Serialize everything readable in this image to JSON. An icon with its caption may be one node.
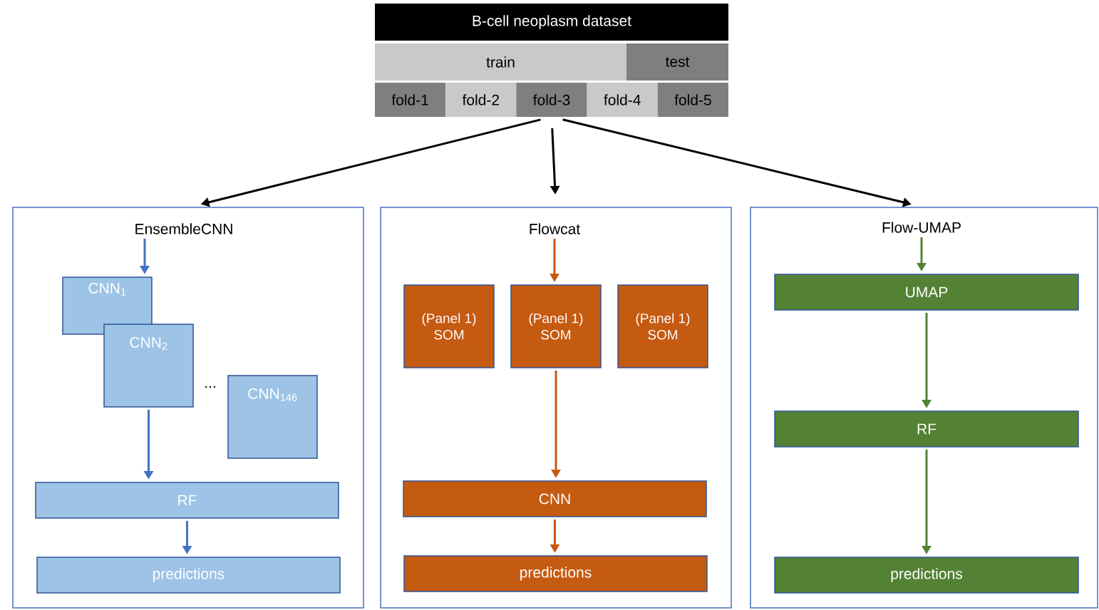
{
  "diagram": {
    "nodes": [
      {
        "text": [
          "B-cell neoplasm dataset"
        ]
      },
      {
        "text": [
          "train"
        ]
      },
      {
        "text": [
          "test"
        ]
      },
      {
        "text": [
          "fold-1"
        ]
      },
      {
        "text": [
          "fold-2"
        ]
      },
      {
        "text": [
          "fold-3"
        ]
      },
      {
        "text": [
          "fold-4"
        ]
      },
      {
        "text": [
          "fold-5"
        ]
      },
      {
        "text": [],
        "shape": "box"
      },
      {
        "text": [
          "EnsembleCNN"
        ],
        "in": 8
      },
      {
        "text": [
          "CNN$_{1}$"
        ],
        "in": 8
      },
      {
        "text": [
          "CNN$_{2}$"
        ],
        "in": 8
      },
      {
        "text": [
          "CNN$_{146}$"
        ],
        "in": 8
      },
      {
        "text": [
          "RF"
        ],
        "in": 8
      },
      {
        "text": [
          "predictions"
        ],
        "in": 8
      },
      {
        "text": [],
        "shape": "box"
      },
      {
        "text": [
          "Flowcat"
        ],
        "in": 15
      },
      {
        "text": [
          "(Panel 1) SOM"
        ],
        "in": 15
      },
      {
        "text": [
          "(Panel 1) SOM"
        ],
        "in": 15
      },
      {
        "text": [
          "(Panel 1) SOM"
        ],
        "in": 15
      },
      {
        "text": [
          "CNN"
        ],
        "in": 15
      },
      {
        "text": [
          "predictions"
        ],
        "in": 15
      },
      {
        "text": [],
        "shape": "box"
      },
      {
        "text": [
          "Flow-UMAP"
        ],
        "in": 22
      },
      {
        "text": [
          "UMAP"
        ],
        "in": 22
      },
      {
        "text": [
          "RF"
        ],
        "in": 22
      },
      {
        "text": [
          "predictions"
        ],
        "in": 22
      }
    ],
    "edges": [
      {
        "from": 5,
        "to": 8,
        "arrow": "to",
        "color": "#000000"
      },
      {
        "from": 5,
        "to": 15,
        "arrow": "to",
        "color": "#000000"
      },
      {
        "from": 5,
        "to": 22,
        "arrow": "to",
        "color": "#000000"
      },
      {
        "from": 9,
        "to": 10,
        "arrow": "to",
        "color": "#4472c4"
      },
      {
        "from": 11,
        "to": 13,
        "arrow": "to",
        "color": "#4472c4"
      },
      {
        "from": 13,
        "to": 14,
        "arrow": "to",
        "color": "#4472c4"
      },
      {
        "from": 16,
        "to": 18,
        "arrow": "to",
        "color": "#c55a11"
      },
      {
        "from": 18,
        "to": 20,
        "arrow": "to",
        "color": "#c55a11"
      },
      {
        "from": 20,
        "to": 21,
        "arrow": "to",
        "color": "#c55a11"
      },
      {
        "from": 23,
        "to": 24,
        "arrow": "to",
        "color": "#548235"
      },
      {
        "from": 24,
        "to": 25,
        "arrow": "to",
        "color": "#548235"
      },
      {
        "from": 25,
        "to": 26,
        "arrow": "to",
        "color": "#548235"
      }
    ],
    "labels": [
      "..."
    ]
  }
}
